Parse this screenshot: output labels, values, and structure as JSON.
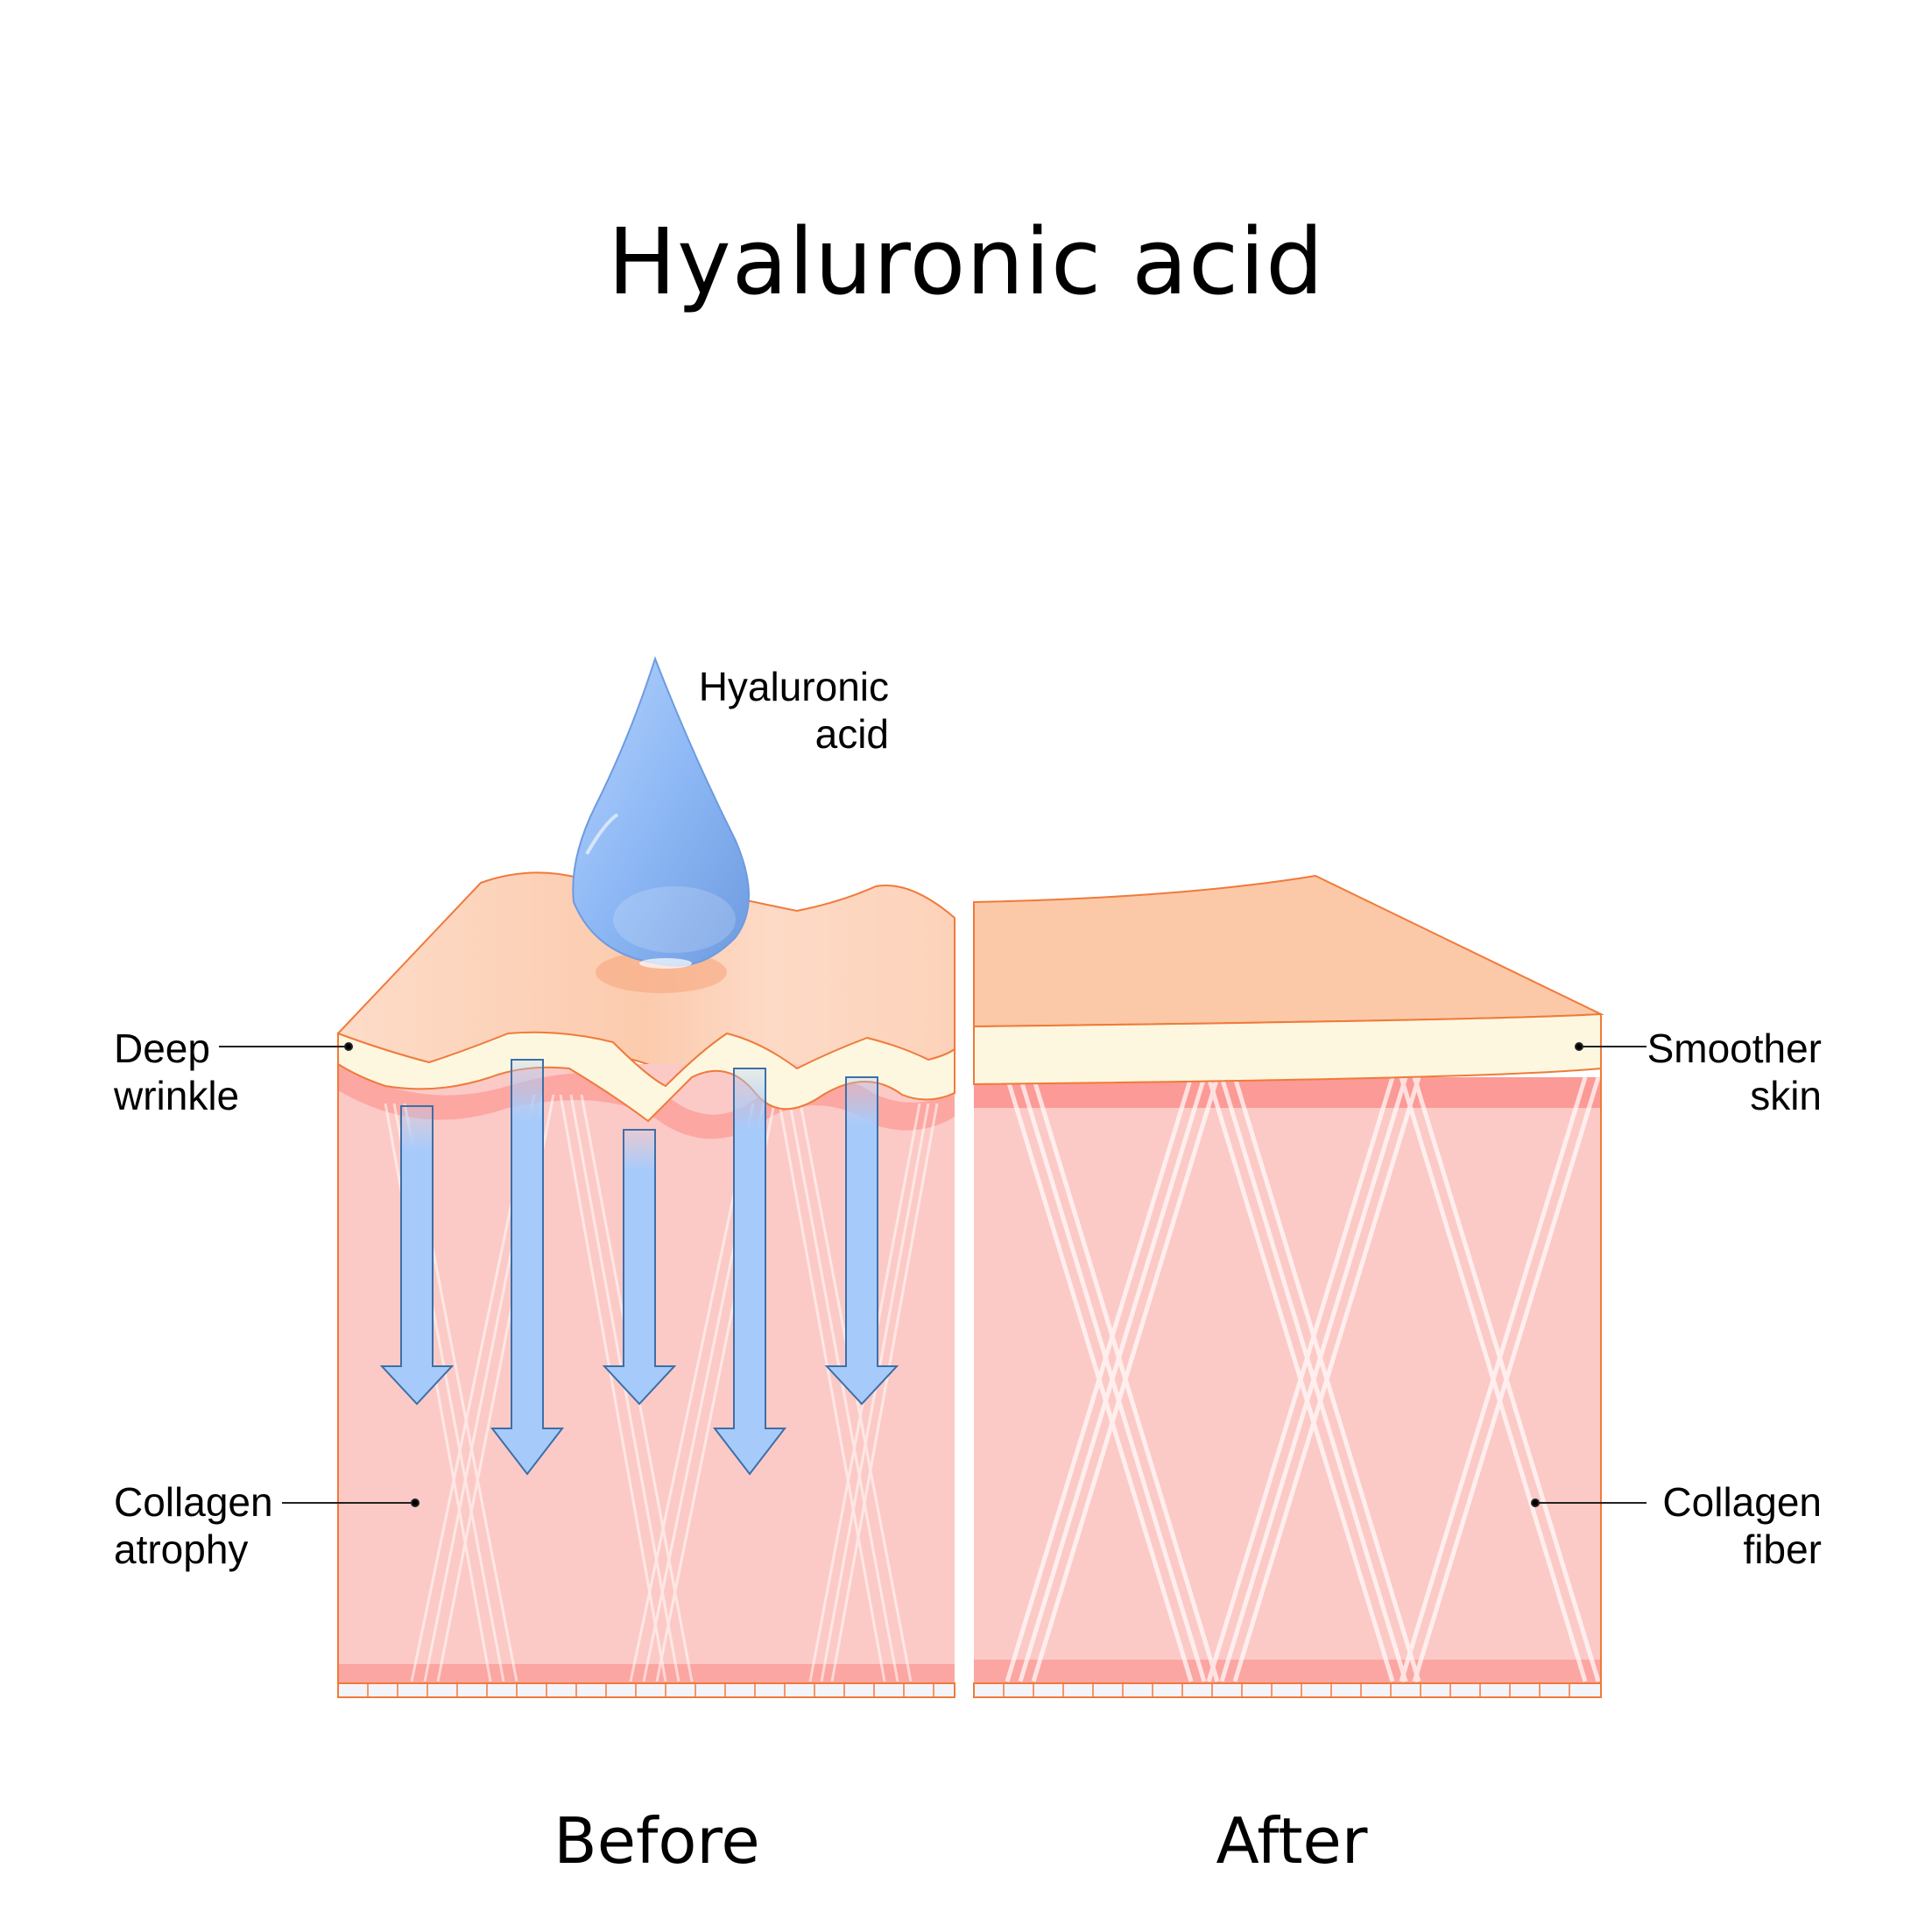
{
  "title": "Hyaluronic acid",
  "panels": {
    "before": {
      "caption": "Before",
      "labels": {
        "drop": [
          "Hyaluronic",
          "acid"
        ],
        "wrinkle": [
          "Deep",
          "wrinkle"
        ],
        "collagen": [
          "Collagen",
          "atrophy"
        ]
      }
    },
    "after": {
      "caption": "After",
      "labels": {
        "skin": [
          "Smoother",
          "skin"
        ],
        "collagen": [
          "Collagen",
          "fiber"
        ]
      }
    }
  },
  "colors": {
    "skin_top": "#FCC9A8",
    "epidermis": "#FDF7E0",
    "dermis": "#FCCAC6",
    "dermis_dark": "#FB9D99",
    "outline": "#F07A3A",
    "arrow_fill": "#A6CBFB",
    "arrow_stroke": "#3D6FA8",
    "drop": "#8DB8F5",
    "base_cells": "#F4F4FB"
  }
}
